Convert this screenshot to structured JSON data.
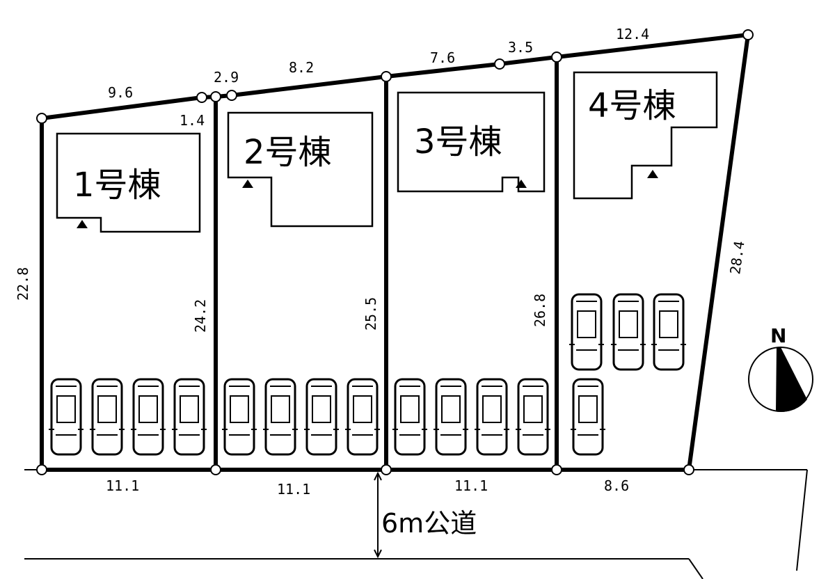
{
  "diagram": {
    "type": "site-plan",
    "road": {
      "label": "6m公道"
    },
    "lots": [
      {
        "id": "lot-1",
        "label": "1号棟",
        "parking_spaces": 4
      },
      {
        "id": "lot-2",
        "label": "2号棟",
        "parking_spaces": 4
      },
      {
        "id": "lot-3",
        "label": "3号棟",
        "parking_spaces": 4
      },
      {
        "id": "lot-4",
        "label": "4号棟",
        "parking_spaces": 4
      }
    ],
    "dimensions": {
      "top": [
        "9.6",
        "1.4",
        "2.9",
        "8.2",
        "7.6",
        "3.5",
        "12.4"
      ],
      "sides": [
        "22.8",
        "24.2",
        "25.5",
        "26.8",
        "28.4"
      ],
      "bottom": [
        "11.1",
        "11.1",
        "11.1",
        "8.6"
      ]
    },
    "compass": {
      "label": "N"
    }
  }
}
